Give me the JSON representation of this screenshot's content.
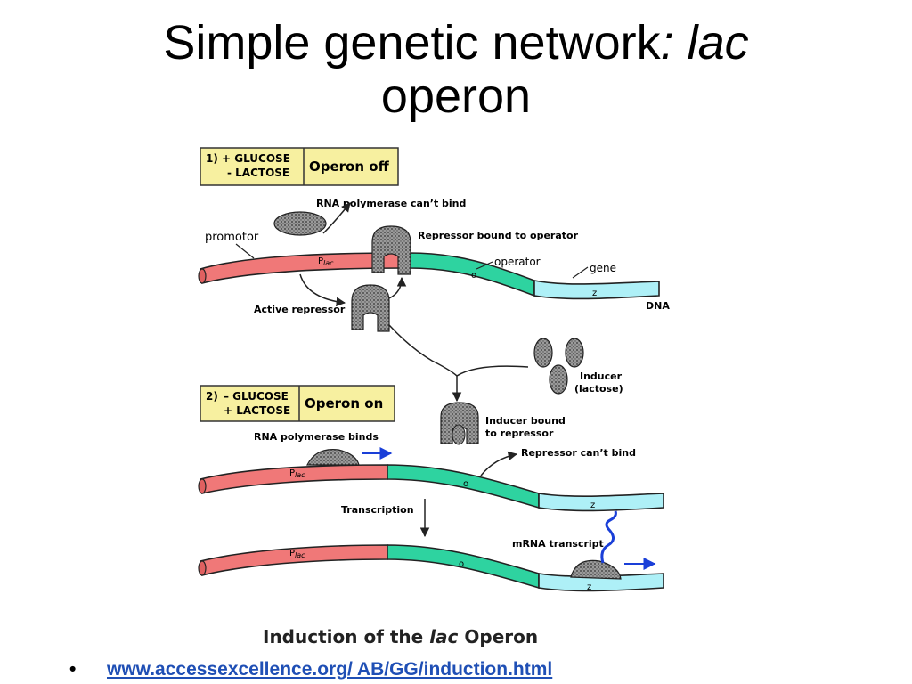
{
  "title": {
    "main": "Simple genetic network",
    "italic": ": lac",
    "line2": "operon"
  },
  "diagram": {
    "state1": {
      "number": "1)",
      "line1": "+ GLUCOSE",
      "line2": "-  LACTOSE",
      "status": "Operon off"
    },
    "state2": {
      "number": "2)",
      "line1": "– GLUCOSE",
      "line2": "+ LACTOSE",
      "status": "Operon on"
    },
    "labels": {
      "rna_cant_bind": "RNA polymerase can’t bind",
      "promotor": "promotor",
      "repressor_bound": "Repressor bound to operator",
      "operator": "operator",
      "gene": "gene",
      "dna": "DNA",
      "active_repressor": "Active repressor",
      "inducer": "Inducer",
      "inducer_sub": "(lactose)",
      "inducer_bound_1": "Inducer bound",
      "inducer_bound_2": "to repressor",
      "rna_binds": "RNA polymerase binds",
      "repressor_cant_bind": "Repressor can’t bind",
      "transcription": "Transcription",
      "mrna": "mRNA transcript",
      "plac_p": "P",
      "plac_sub": "lac",
      "operator_code": "o",
      "gene_code": "z"
    },
    "caption": {
      "pre": "Induction of the ",
      "italic": "lac",
      "post": " Operon"
    }
  },
  "footer": {
    "bullet": "•",
    "link": "www.accessexcellence.org/ AB/GG/induction.html"
  },
  "colors": {
    "promoter": "#f07878",
    "operator": "#2ed3a0",
    "gene": "#aef0f7",
    "box": "#f7f0a0",
    "arrow_blue": "#1a3fd8",
    "link": "#1f4fb5"
  }
}
